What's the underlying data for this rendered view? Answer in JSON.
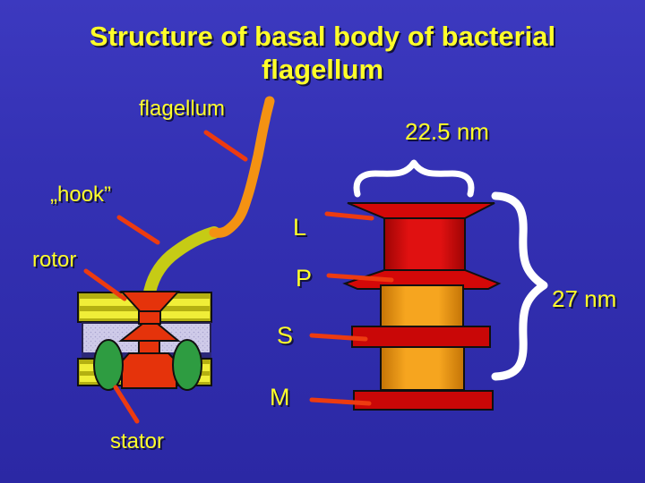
{
  "slide": {
    "title": "Structure of basal body of bacterial flagellum"
  },
  "labels": {
    "flagellum": "flagellum",
    "hook": "„hook”",
    "rotor": "rotor",
    "stator": "stator"
  },
  "ring_labels": {
    "l": "L",
    "p": "P",
    "s": "S",
    "m": "M"
  },
  "measurements": {
    "top_width": "22.5 nm",
    "side_height": "27 nm"
  },
  "colors": {
    "background_top": "#3c39bf",
    "background_bottom": "#2b28a4",
    "text_yellow": "#ffff29",
    "text_shadow": "#12123e",
    "callout_red": "#ed3b10",
    "ring_red": "#d40808",
    "rotor_red": "#e5330b",
    "orange_rod": "#f2a01c",
    "flagellum_orange": "#f49212",
    "hook_yellow_green": "#c6cb15",
    "membrane_yellow": "#f0ee38",
    "membrane_olive": "#b4b011",
    "periplasm_lavender": "#cfcbe9",
    "stator_green": "#2e9c41",
    "brace_white": "#ffffff"
  }
}
